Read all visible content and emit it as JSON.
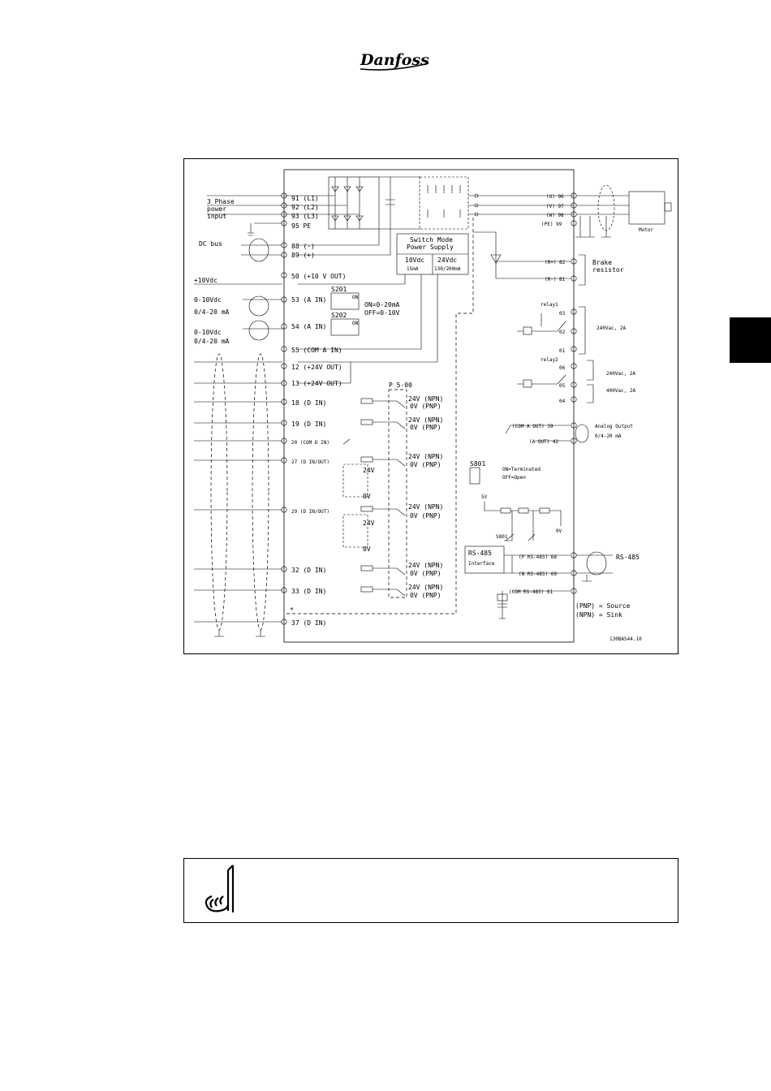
{
  "brand": {
    "logo_text": "Danfoss"
  },
  "diagram": {
    "power_input_label": [
      "3 Phase",
      "power",
      "input"
    ],
    "dc_bus_label": "DC bus",
    "v10_label": "+10Vdc",
    "analog_in_labels": [
      "0-10Vdc",
      "0/4-20 mA",
      "0-10Vdc",
      "0/4-20 mA"
    ],
    "terminals_left": [
      "91 (L1)",
      "92 (L2)",
      "93 (L3)",
      "95 PE",
      "88 (-)",
      "89 (+)",
      "50 (+10 V OUT)",
      "53 (A IN)",
      "54 (A IN)",
      "55 (COM A IN)",
      "12 (+24V OUT)",
      "13 (+24V OUT)",
      "18 (D IN)",
      "19 (D IN)",
      "20 (COM D IN)",
      "27 (D IN/OUT)",
      "29 (D IN/OUT)",
      "32 (D IN)",
      "33 (D IN)",
      "37 (D IN)"
    ],
    "star_mark": "*",
    "s201": "S201",
    "s202": "S202",
    "on_label": "ON",
    "analog_switch_text": [
      "ON=0-20mA",
      "OFF=0-10V"
    ],
    "psu_title": [
      "Switch Mode",
      "Power Supply"
    ],
    "psu_10v": [
      "10Vdc",
      "15mA"
    ],
    "psu_24v": [
      "24Vdc",
      "130/200mA"
    ],
    "p500": "P 5-00",
    "npn_label": "24V (NPN)",
    "pnp_label": "0V (PNP)",
    "v24": "24V",
    "v0": "0V",
    "motor_terminals": [
      "(U) 96",
      "(V) 97",
      "(W) 98",
      "(PE) 99"
    ],
    "motor_label": "Motor",
    "brake_terminals": [
      "(R+) 82",
      "(R-) 81"
    ],
    "brake_label": [
      "Brake",
      "resistor"
    ],
    "relay1": "relay1",
    "relay2": "relay2",
    "relay_terms": [
      "03",
      "02",
      "01",
      "06",
      "05",
      "04"
    ],
    "relay1_rating": "240Vac, 2A",
    "relay2_ratings": [
      "240Vac, 2A",
      "400Vac, 2A"
    ],
    "aout_terminals": [
      "(COM A OUT) 39",
      "(A OUT) 42"
    ],
    "aout_label": [
      "Analog Output",
      "0/4-20 mA"
    ],
    "s801": "S801",
    "s801_text": [
      "ON=Terminated",
      "OFF=Open"
    ],
    "v5": "5V",
    "v0b": "0V",
    "rs485_box": [
      "RS-485",
      "Interface"
    ],
    "rs485_terminals": [
      "(P RS-485) 68",
      "(N RS-485) 69",
      "(COM RS-485) 61"
    ],
    "rs485_label": "RS-485",
    "legend": [
      "(PNP) = Source",
      "(NPN) = Sink"
    ],
    "drawing_code": "130BA544.10"
  }
}
